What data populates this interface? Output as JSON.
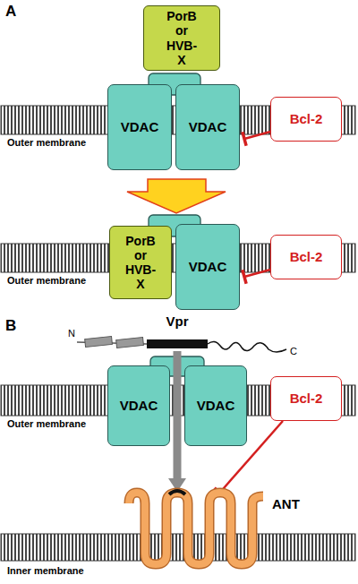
{
  "diagram": {
    "nodes": [
      {
        "text": [
          "PorB or HVB-X"
        ]
      },
      {
        "text": [
          "VDAC"
        ]
      },
      {
        "text": [
          "VDAC"
        ]
      },
      {
        "text": [
          "Bcl-2"
        ]
      },
      {
        "text": [
          "PorB or HVB-X"
        ]
      },
      {
        "text": [
          "VDAC"
        ]
      },
      {
        "text": [
          "Bcl-2"
        ]
      },
      {
        "text": [
          "Vpr"
        ]
      },
      {
        "text": [
          "VDAC"
        ]
      },
      {
        "text": [
          "VDAC"
        ]
      },
      {
        "text": [
          "Bcl-2"
        ]
      },
      {
        "text": [
          "ANT"
        ]
      }
    ],
    "edges": [
      {
        "from": 3,
        "to": 2,
        "arrow": "to"
      },
      {
        "from": 6,
        "to": 5,
        "arrow": "to"
      },
      {
        "from": 7,
        "to": 11,
        "arrow": "to"
      },
      {
        "from": 10,
        "to": 11,
        "arrow": "to"
      }
    ],
    "labels": [
      "A",
      "Outer membrane",
      "Outer membrane",
      "B",
      "N",
      "C",
      "Outer membrane",
      "Inner membrane"
    ]
  }
}
